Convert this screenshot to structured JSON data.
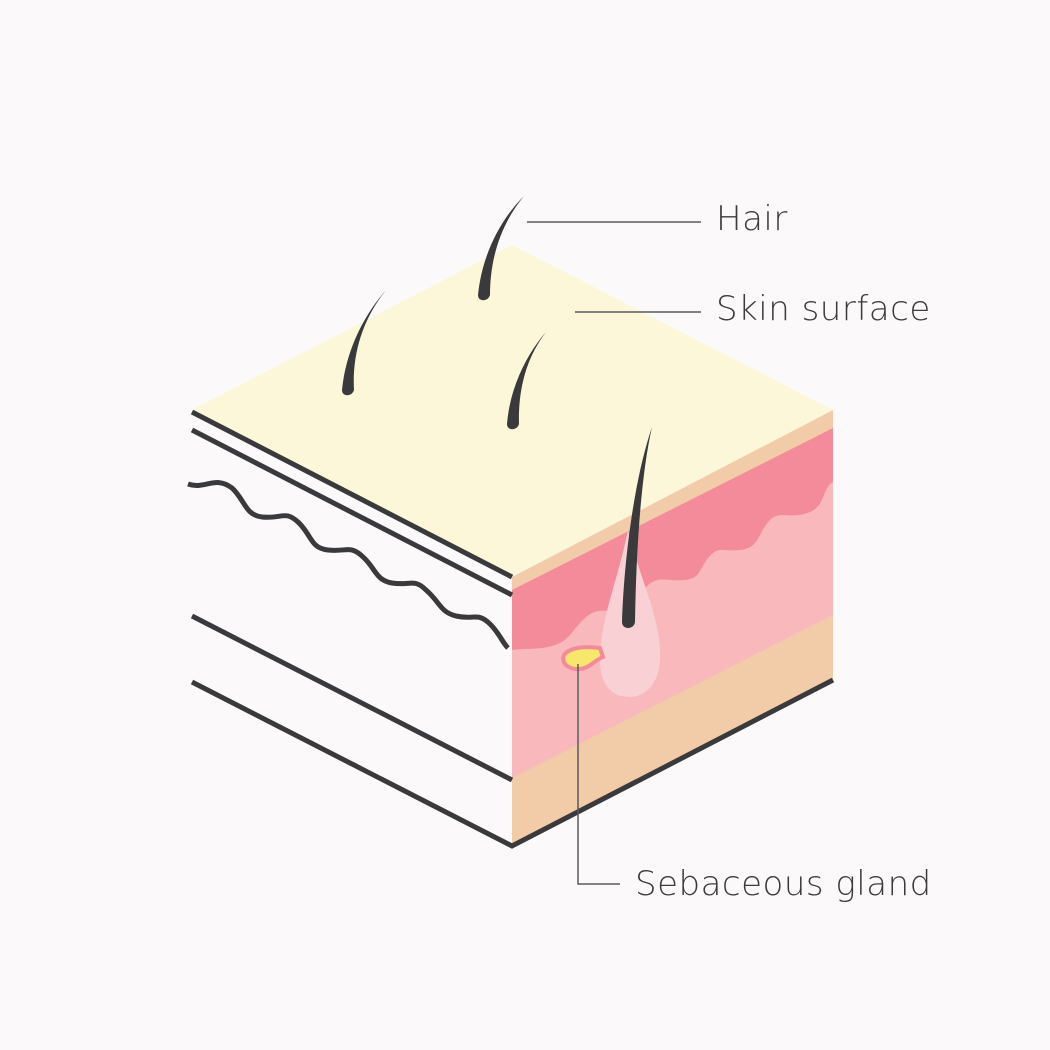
{
  "labels": {
    "hair": "Hair",
    "skin_surface": "Skin surface",
    "sebaceous_gland": "Sebaceous gland"
  },
  "colors": {
    "background": "#fbf9f9",
    "skin_surface": "#fcf7d9",
    "epidermis_top": "#f2cba9",
    "epidermis": "#f48b9a",
    "dermis": "#f9b9bc",
    "follicle": "#f9d0d4",
    "subcutis": "#f2cba9",
    "gland": "#f7e76c",
    "outline": "#3a3a3c"
  }
}
